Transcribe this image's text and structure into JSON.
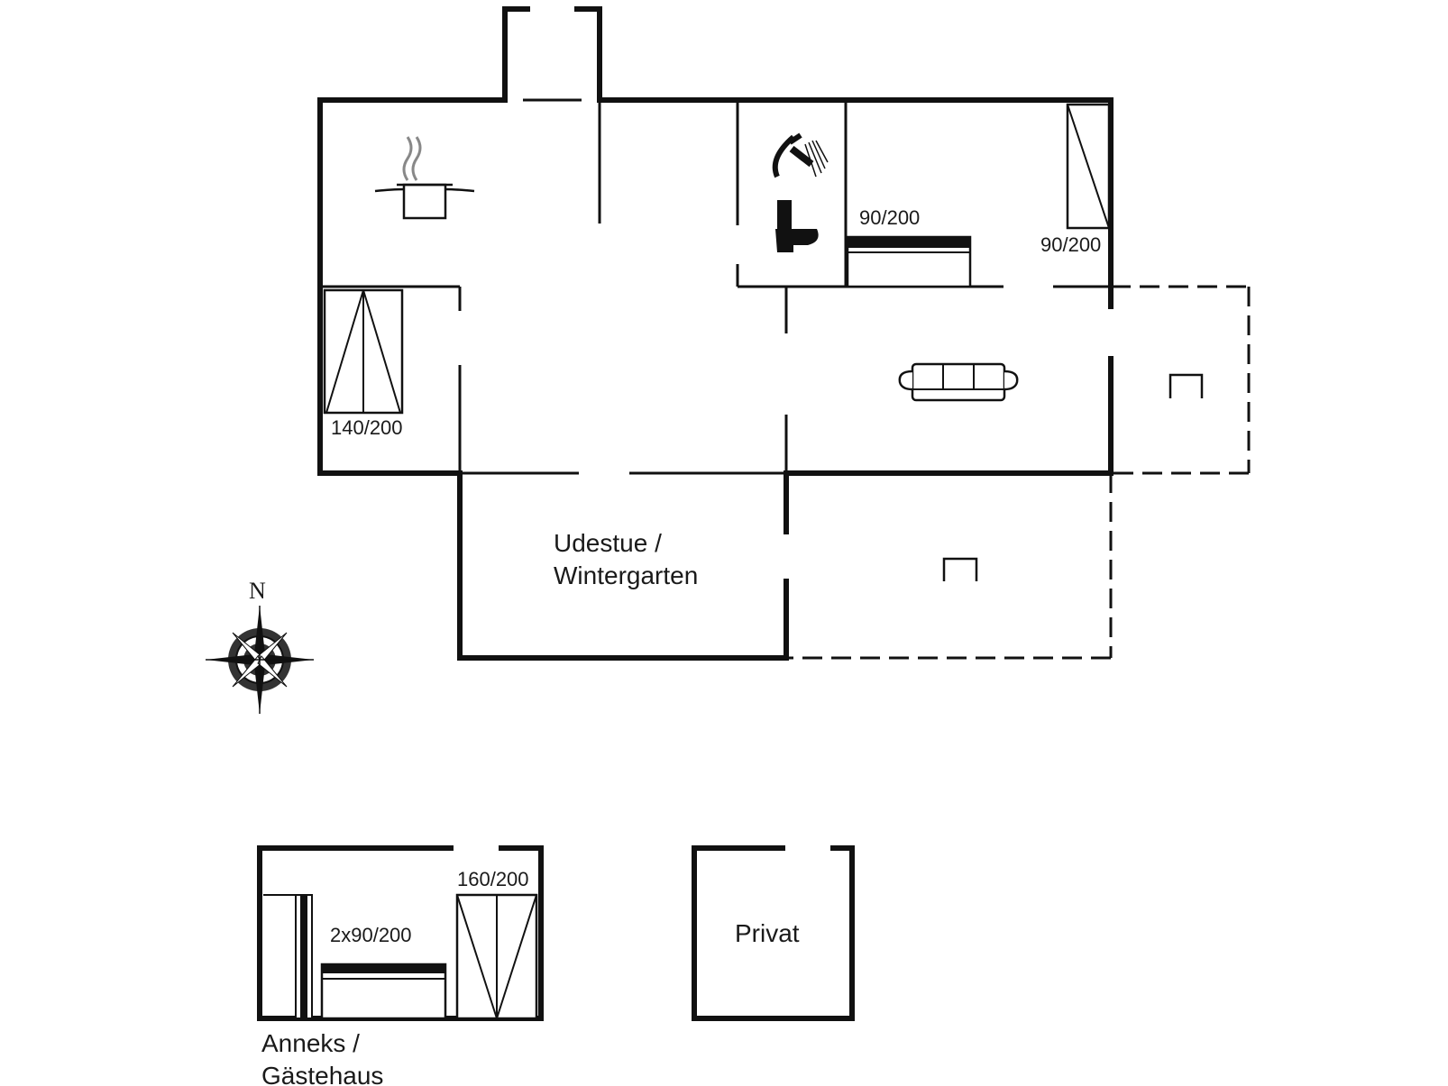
{
  "rooms": {
    "sunroom_label_line1": "Udestue /",
    "sunroom_label_line2": "Wintergarten",
    "annex_label_line1": "Anneks /",
    "annex_label_line2": "Gästehaus",
    "private_label": "Privat"
  },
  "beds": {
    "bed_left": "140/200",
    "bed_mid": "90/200",
    "bed_right": "90/200",
    "annex_bed_double": "160/200",
    "annex_bed_twin": "2x90/200"
  },
  "compass": {
    "north_label": "N"
  },
  "icons": {
    "kitchen": "cooking-pot-icon",
    "shower": "shower-icon",
    "toilet": "toilet-icon",
    "sofa": "sofa-icon",
    "compass": "compass-rose-icon",
    "terrace_chair_1": "chair-icon",
    "terrace_chair_2": "chair-icon"
  },
  "colors": {
    "line": "#111111",
    "background": "#ffffff"
  }
}
